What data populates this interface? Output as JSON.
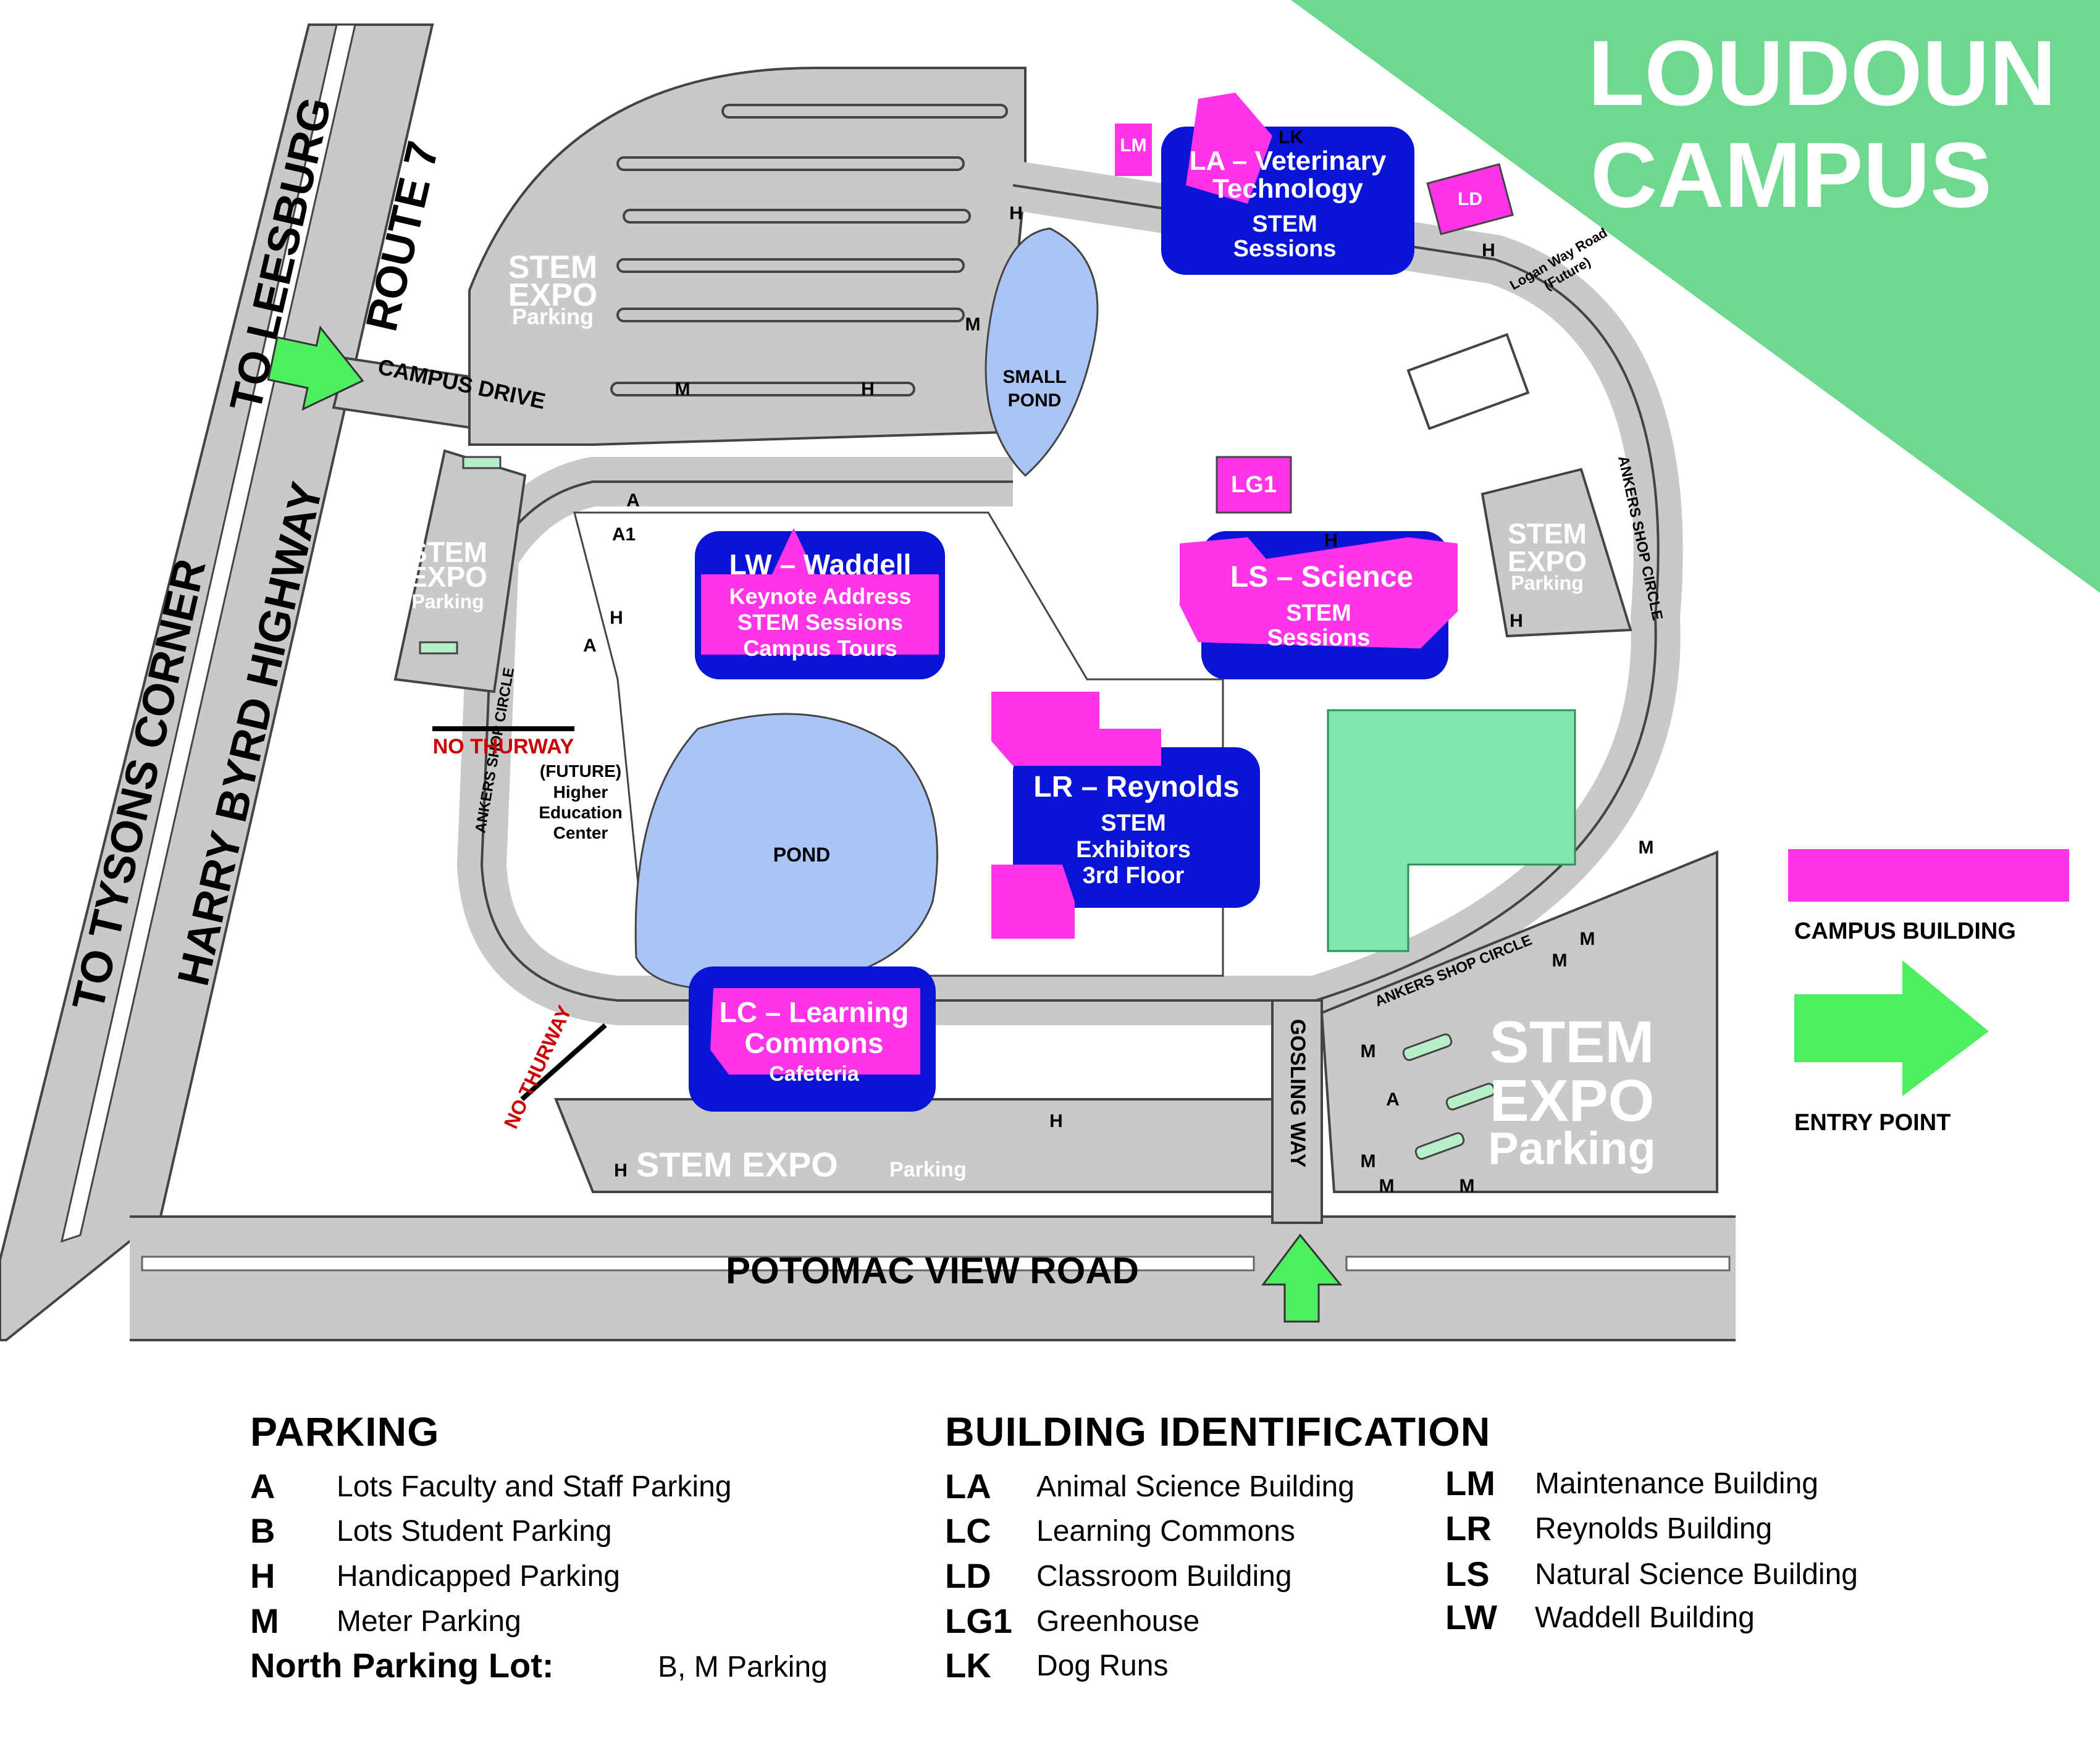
{
  "campus_title": [
    "LOUDOUN",
    "CAMPUS"
  ],
  "colors": {
    "road": "#c9c9c9",
    "building_magenta": "#ff33e8",
    "highlight_blue": "#0a14d6",
    "pond_blue": "#a9c4f5",
    "green": "#6dd98e",
    "field_green": "#7ee8ad"
  },
  "roads": {
    "route7": "ROUTE 7",
    "to_leesburg": "TO LEESBURG",
    "harry_byrd": "HARRY BYRD HIGHWAY",
    "to_tysons": "TO TYSONS CORNER",
    "campus_drive": "CAMPUS DRIVE",
    "potomac_view": "POTOMAC VIEW ROAD",
    "gosling_way": "GOSLING WAY",
    "ankers_shop_circle": "ANKERS SHOP CIRCLE",
    "logan_way": "Logan Way Road",
    "logan_future": "(Future)"
  },
  "water": {
    "small_pond_1": "SMALL",
    "small_pond_2": "POND",
    "pond": "POND"
  },
  "notices": {
    "no_thurway_1": "NO THURWAY",
    "no_thurway_2": "NO THURWAY",
    "future": "(FUTURE)",
    "higher": "Higher",
    "education": "Education",
    "center": "Center"
  },
  "buildings": {
    "la": {
      "title": "LA – Veterinary",
      "title2": "Technology",
      "sub1": "STEM",
      "sub2": "Sessions"
    },
    "lw": {
      "title": "LW – Waddell",
      "sub1": "Keynote Address",
      "sub2": "STEM Sessions",
      "sub3": "Campus Tours"
    },
    "ls": {
      "title": "LS – Science",
      "sub1": "STEM",
      "sub2": "Sessions"
    },
    "lr": {
      "title": "LR – Reynolds",
      "sub1": "STEM",
      "sub2": "Exhibitors",
      "sub3": "3rd Floor"
    },
    "lc": {
      "title": "LC – Learning",
      "title2": "Commons",
      "sub1": "Cafeteria"
    },
    "lm": "LM",
    "lk": "LK",
    "ld": "LD",
    "lg1": "LG1"
  },
  "parking_labels": {
    "north_1": "STEM",
    "north_2": "EXPO",
    "north_3": "Parking",
    "west_1": "STEM",
    "west_2": "EXPO",
    "west_3": "Parking",
    "east_1": "STEM",
    "east_2": "EXPO",
    "east_3": "Parking",
    "south_big": "STEM EXPO",
    "south_small": "Parking",
    "se_1": "STEM",
    "se_2": "EXPO",
    "se_3": "Parking",
    "lot_a": "A",
    "lot_a1": "A1",
    "lot_h": "H",
    "lot_m": "M"
  },
  "legend_right": {
    "building": "CAMPUS BUILDING",
    "entry": "ENTRY POINT"
  },
  "parking_legend": {
    "heading": "PARKING",
    "items": [
      {
        "code": "A",
        "desc": "Lots Faculty and Staff Parking"
      },
      {
        "code": "B",
        "desc": "Lots Student Parking"
      },
      {
        "code": "H",
        "desc": "Handicapped Parking"
      },
      {
        "code": "M",
        "desc": "Meter Parking"
      }
    ],
    "north_label": "North Parking Lot:",
    "north_desc": "B, M Parking"
  },
  "building_legend": {
    "heading": "BUILDING IDENTIFICATION",
    "col1": [
      {
        "code": "LA",
        "desc": "Animal Science Building"
      },
      {
        "code": "LC",
        "desc": "Learning Commons"
      },
      {
        "code": "LD",
        "desc": "Classroom Building"
      },
      {
        "code": "LG1",
        "desc": "Greenhouse"
      },
      {
        "code": "LK",
        "desc": "Dog Runs"
      }
    ],
    "col2": [
      {
        "code": "LM",
        "desc": "Maintenance Building"
      },
      {
        "code": "LR",
        "desc": "Reynolds Building"
      },
      {
        "code": "LS",
        "desc": "Natural Science Building"
      },
      {
        "code": "LW",
        "desc": "Waddell Building"
      }
    ]
  }
}
